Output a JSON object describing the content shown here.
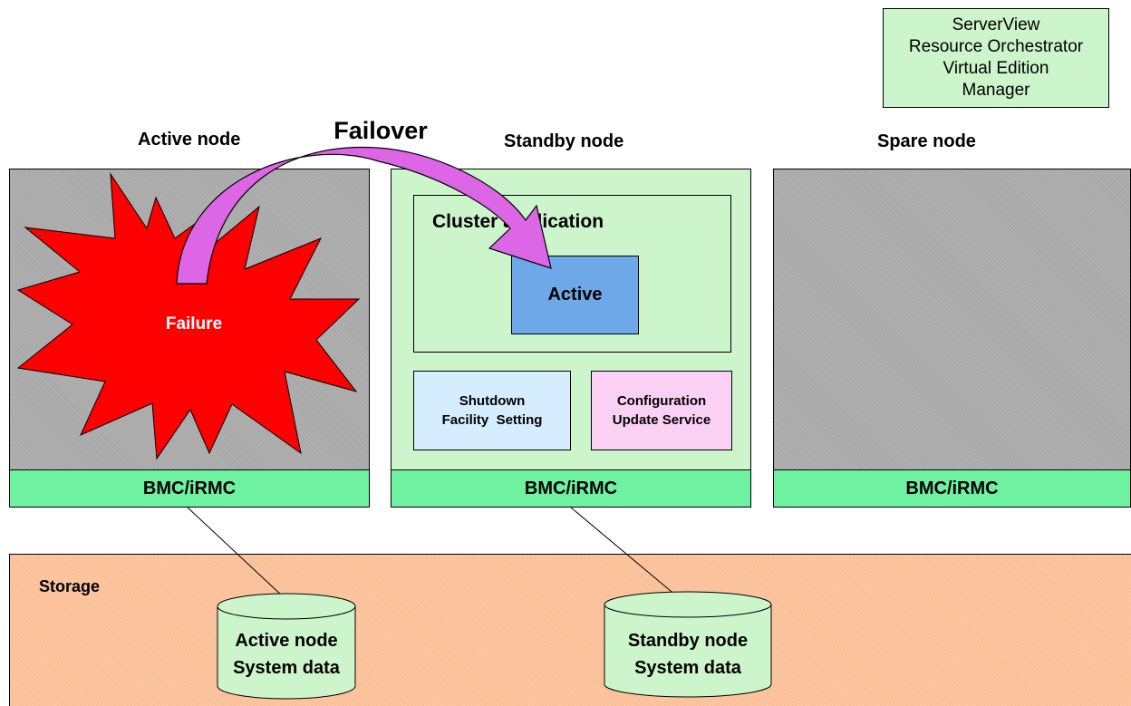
{
  "manager_box": {
    "lines": [
      "ServerView",
      "Resource Orchestrator",
      "Virtual Edition",
      "Manager"
    ],
    "fill": "#ccf5cc"
  },
  "failover_label": "Failover",
  "nodes": {
    "active": {
      "label": "Active node",
      "bmc": "BMC/iRMC"
    },
    "standby": {
      "label": "Standby node",
      "bmc": "BMC/iRMC"
    },
    "spare": {
      "label": "Spare node",
      "bmc": "BMC/iRMC"
    }
  },
  "failure_label": "Failure",
  "cluster_application": {
    "title": "Cluster application",
    "active_label": "Active"
  },
  "shutdown_facility": {
    "line1": "Shutdown",
    "line2": "Facility  Setting"
  },
  "configuration_update": {
    "line1": "Configuration",
    "line2": "Update Service"
  },
  "storage": {
    "label": "Storage",
    "cylinders": [
      {
        "line1": "Active node",
        "line2": "System data"
      },
      {
        "line1": "Standby node",
        "line2": "System data"
      }
    ]
  },
  "colors": {
    "node_gray": "#a9a9a9",
    "standby_bg": "#ccf5cc",
    "bmc_green": "#6ef2a0",
    "storage_orange": "#fbbf96",
    "active_blue": "#6fa8e8",
    "shutdown_blue": "#d6ecff",
    "config_pink": "#fbd0f5",
    "failure_red": "#ff0000",
    "arrow_magenta": "#dd66e6"
  }
}
